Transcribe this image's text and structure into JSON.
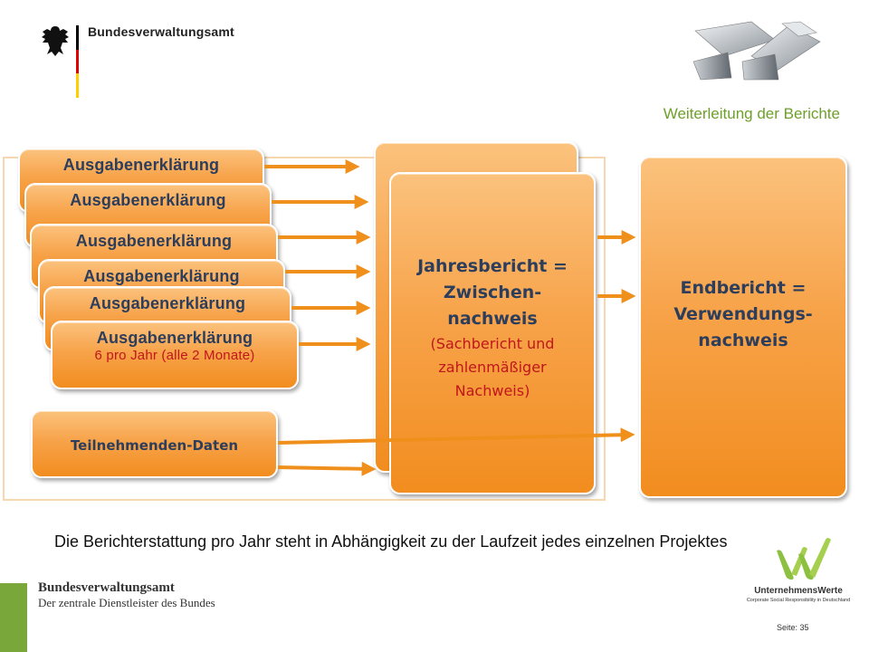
{
  "header": {
    "org_name": "Bundesverwaltungsamt",
    "section_title": "Weiterleitung der Berichte"
  },
  "diagram": {
    "stack_label": "Ausgabenerklärung",
    "stack_sub": "6 pro Jahr (alle 2 Monate)",
    "participants": "Teilnehmenden-Daten",
    "annual": {
      "line1": "Jahresbericht =",
      "line2": "Zwischen-",
      "line3": "nachweis",
      "sub1": "(Sachbericht und",
      "sub2": "zahlenmäßiger",
      "sub3": "Nachweis)"
    },
    "final": {
      "line1": "Endbericht =",
      "line2": "Verwendungs-",
      "line3": "nachweis"
    },
    "colors": {
      "box": "#f28d1f",
      "arrow": "#f0901c",
      "red_text": "#c0161c",
      "accent_green": "#6e9f2a"
    }
  },
  "note": "Die Berichterstattung pro Jahr steht in Abhängigkeit zu der Laufzeit jedes einzelnen Projektes",
  "footer": {
    "org_name": "Bundesverwaltungsamt",
    "org_sub": "Der zentrale Dienstleister des Bundes",
    "uw_name": "UnternehmensWerte",
    "uw_sub": "Corporate Social Responsibility in Deutschland",
    "page_label": "Seite: 35"
  }
}
